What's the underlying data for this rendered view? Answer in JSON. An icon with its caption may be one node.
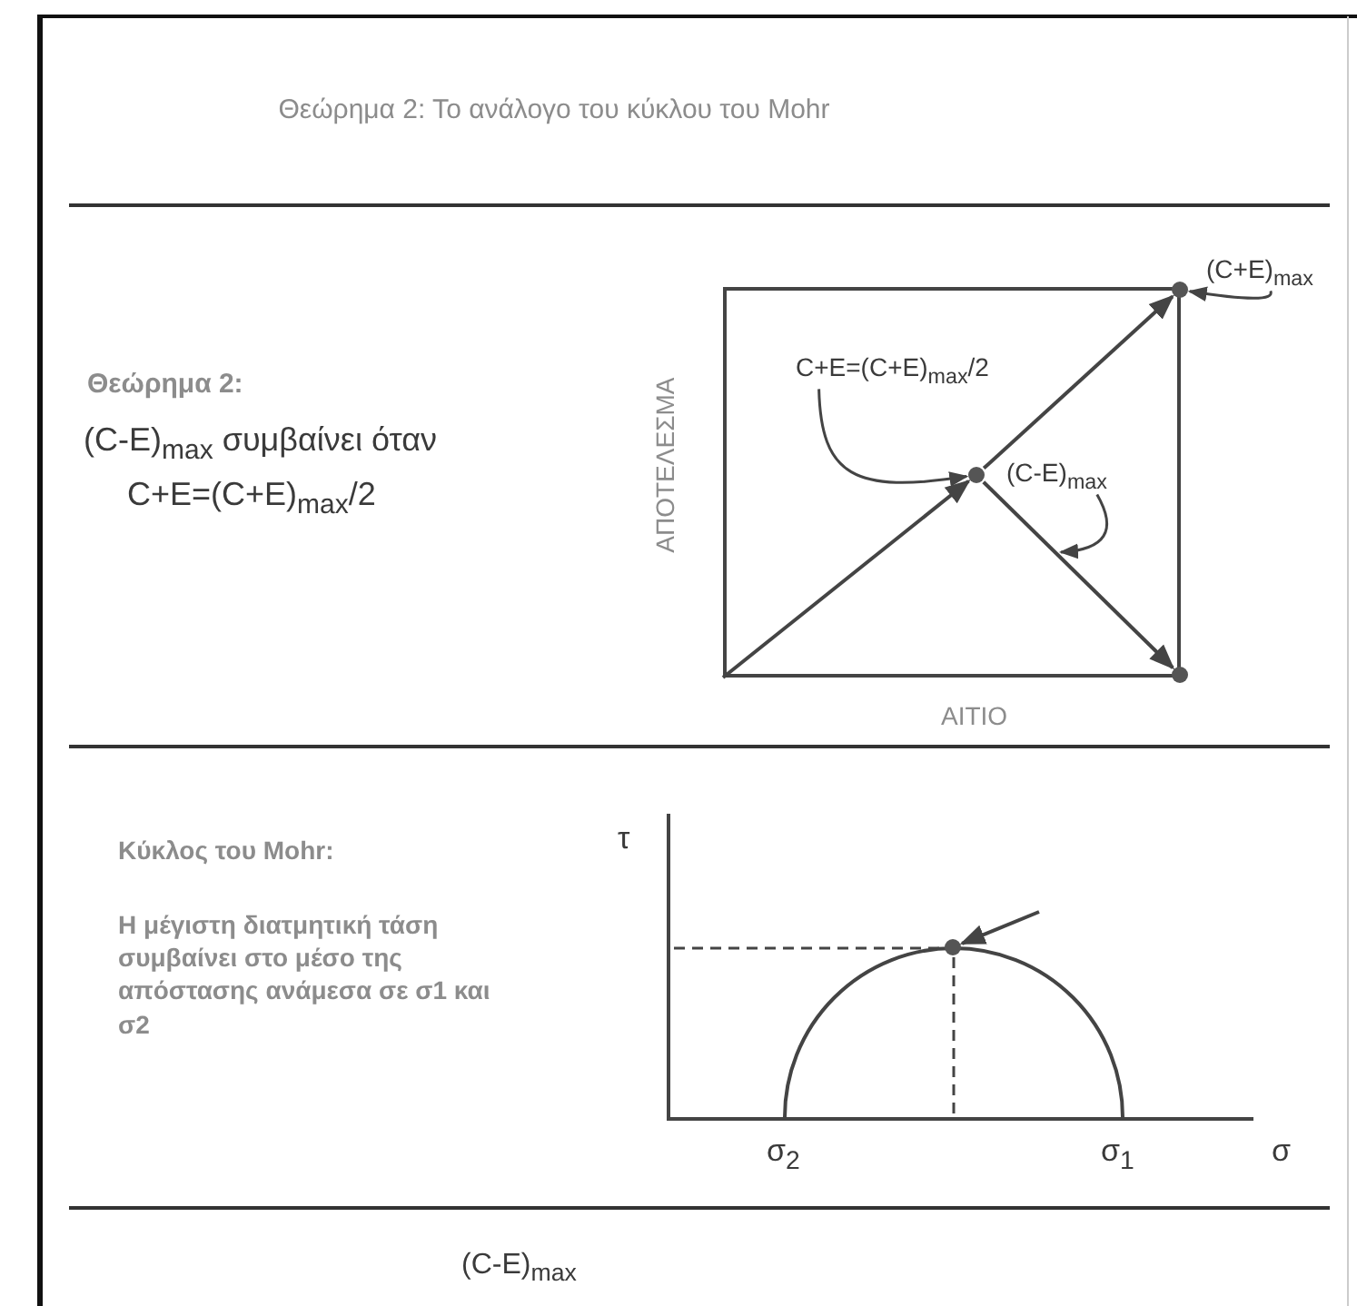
{
  "diagram": {
    "title": "Θεώρημα 2: Το ανάλογο του κύκλου του Mohr",
    "nodes": [
      {
        "text": [],
        "shape": "box"
      },
      {
        "text": [
          "(C+E)$_{max}$"
        ]
      },
      {
        "text": [],
        "shape": "circle"
      },
      {
        "text": [
          "C+E=(C+E)$_{max}$/2"
        ],
        "in": 0
      },
      {
        "text": [],
        "shape": "circle",
        "in": 0
      },
      {
        "text": [
          "(C-E)$_{max}$"
        ],
        "in": 0
      },
      {
        "text": [],
        "shape": "circle"
      },
      {
        "text": [],
        "shape": "circle"
      }
    ],
    "edges": [
      {
        "from": 1,
        "to": 2,
        "arrow": "to"
      },
      {
        "from": 3,
        "to": 4,
        "arrow": "to"
      },
      {
        "from": 5,
        "to": null,
        "arrow": "to"
      },
      {
        "from": 0,
        "to": 4,
        "arrow": "to"
      },
      {
        "from": 4,
        "to": 2,
        "arrow": "to"
      },
      {
        "from": 4,
        "to": 6,
        "arrow": "to"
      },
      {
        "from": null,
        "to": 7,
        "arrow": "to"
      }
    ],
    "labels": [
      "Θεώρημα 2:",
      "ΑΠΟΤΕΛΕΣΜΑ",
      "(C-E)$_{max}$ συμβαίνει όταν",
      "C+E=(C+E)$_{max}$/2",
      "ΑΙΤΙΟ",
      "Κύκλος του Mohr:",
      "τ",
      "Η μέγιστη διατμητική τάση συμβαίνει στο μέσο της απόστασης ανάμεσα σε σ1 και σ2",
      "σ$_{2}$",
      "σ$_{1}$",
      "σ",
      "(C-E)$_{max}$"
    ]
  }
}
